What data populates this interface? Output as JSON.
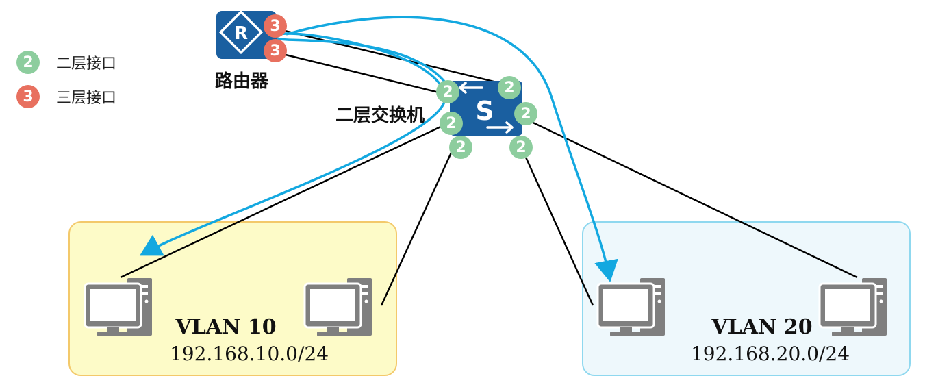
{
  "legend": {
    "layer2": {
      "badge": "2",
      "label": "二层接口"
    },
    "layer3": {
      "badge": "3",
      "label": "三层接口"
    }
  },
  "router": {
    "label": "路由器",
    "icon_letter": "R"
  },
  "switch": {
    "label": "二层交换机",
    "icon_letter": "S"
  },
  "vlans": [
    {
      "name": "VLAN 10",
      "subnet": "192.168.10.0/24"
    },
    {
      "name": "VLAN 20",
      "subnet": "192.168.20.0/24"
    }
  ],
  "colors": {
    "layer2_badge": "#8dcd9e",
    "layer3_badge": "#e8705f",
    "device_blue": "#1a5fa0",
    "flow_arrow": "#13a8e0",
    "vlan10_fill": "#fdfbc8",
    "vlan10_border": "#f3c96b",
    "vlan20_fill": "#eef8fc",
    "vlan20_border": "#8fd8ef",
    "pc_gray": "#7f7f7f"
  }
}
